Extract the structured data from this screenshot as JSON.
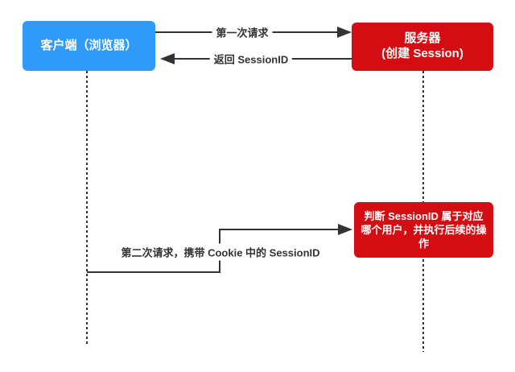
{
  "diagram": {
    "type": "sequence-flow",
    "nodes": {
      "client": {
        "label": "客户端（浏览器）",
        "color": "#2f9af8"
      },
      "server": {
        "label_lines": [
          "服务器",
          "(创建 Session)"
        ],
        "color": "#d40d12"
      },
      "process": {
        "label": "判断 SessionID 属于对应哪个用户，并执行后续的操作",
        "color": "#d40d12"
      }
    },
    "arrows": {
      "first_request": {
        "label": "第一次请求",
        "direction": "client-to-server"
      },
      "return_sessionid": {
        "label": "返回 SessionID",
        "direction": "server-to-client"
      },
      "second_request": {
        "label": "第二次请求，携带 Cookie 中的 SessionID",
        "direction": "client-to-process"
      }
    },
    "colors": {
      "client_blue": "#2f9af8",
      "server_red": "#d40d12",
      "line": "#333333",
      "node_text": "#ffffff",
      "label_text": "#333333",
      "background": "#ffffff"
    }
  }
}
